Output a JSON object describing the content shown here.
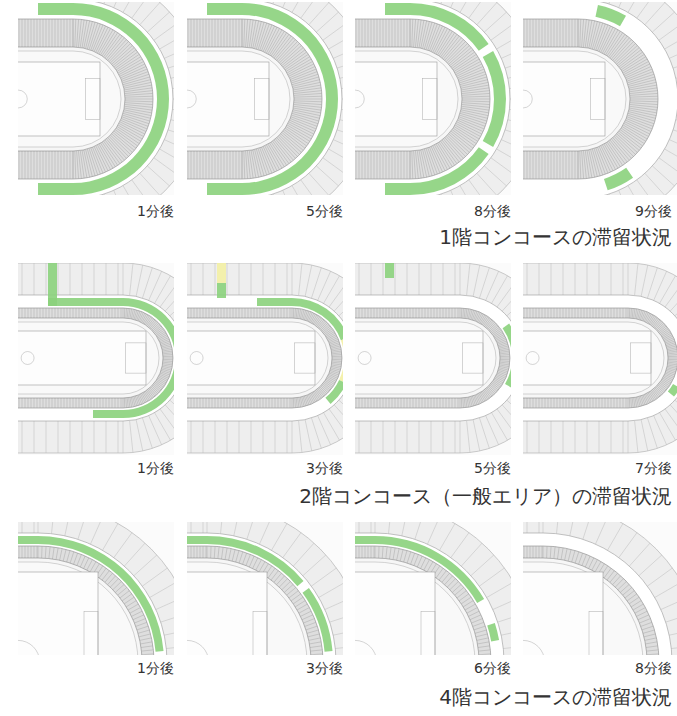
{
  "diagram": {
    "labels": [
      "1分後",
      "5分後",
      "8分後",
      "9分後",
      "1階コンコースの滞留状況",
      "1分後",
      "3分後",
      "5分後",
      "7分後",
      "2階コンコース（一般エリア）の滞留状況",
      "1分後",
      "3分後",
      "6分後",
      "8分後",
      "4階コンコースの滞留状況"
    ]
  }
}
